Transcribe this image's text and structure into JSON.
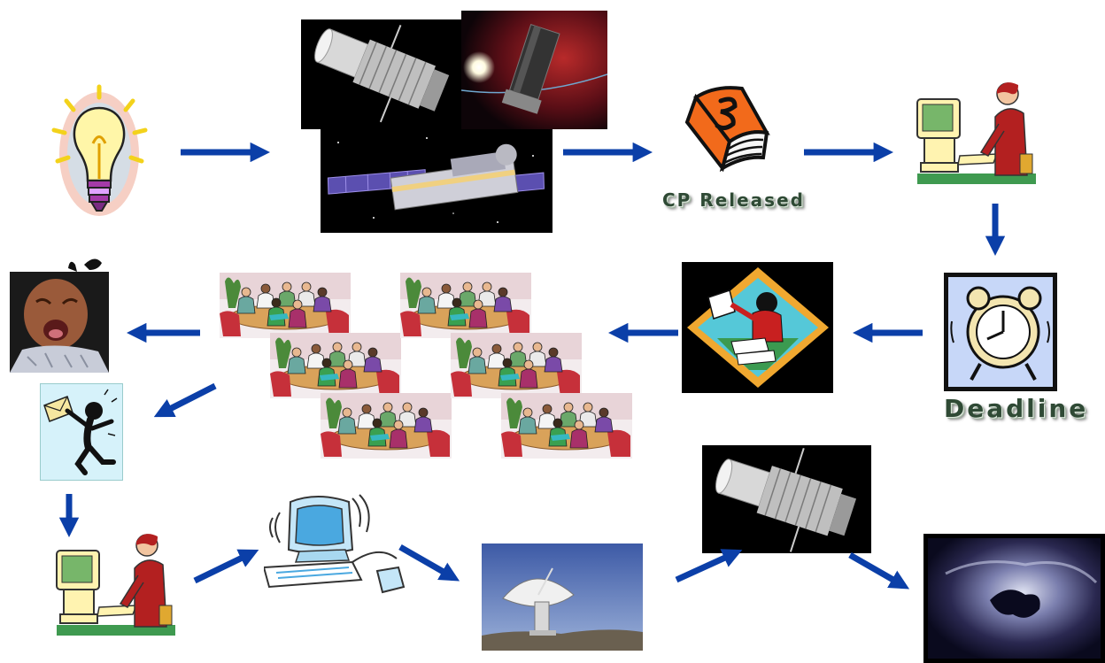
{
  "colors": {
    "arrow": "#0b3fa8",
    "label_text": "#2f4a35"
  },
  "labels": {
    "cp_released": "CP Released",
    "deadline": "Deadline"
  },
  "nodes": [
    {
      "name": "lightbulb-idea-icon"
    },
    {
      "name": "hubble-telescope-image"
    },
    {
      "name": "spitzer-telescope-image"
    },
    {
      "name": "chandra-observatory-image"
    },
    {
      "name": "call-for-proposals-book-icon"
    },
    {
      "name": "person-at-computer-icon"
    },
    {
      "name": "alarm-clock-icon"
    },
    {
      "name": "person-reviewing-documents-icon"
    },
    {
      "name": "review-panel-meeting-image"
    },
    {
      "name": "crying-baby-image"
    },
    {
      "name": "person-receiving-letter-icon"
    },
    {
      "name": "computer-terminal-icon"
    },
    {
      "name": "radio-telescope-dish-image"
    },
    {
      "name": "hubble-telescope-image-2"
    },
    {
      "name": "nebula-image"
    }
  ]
}
